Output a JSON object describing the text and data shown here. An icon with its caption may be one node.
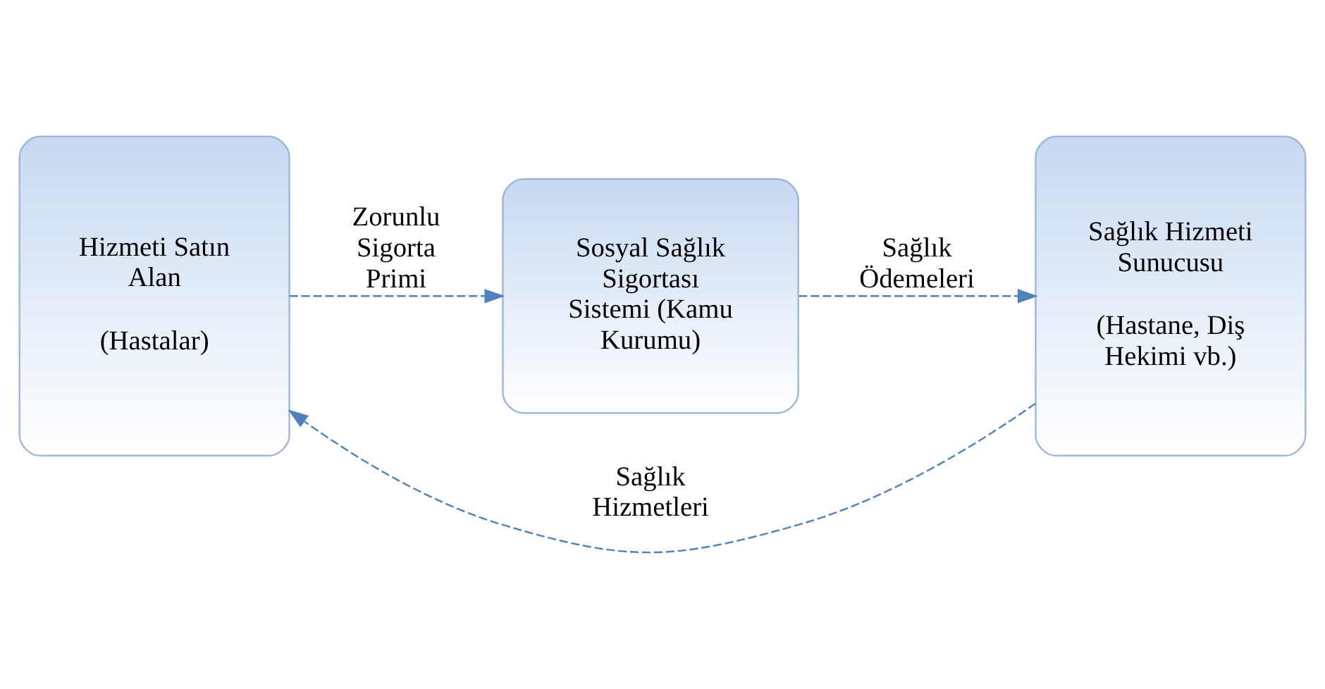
{
  "diagram": {
    "nodes": [
      {
        "text": [
          "Hizmeti Satın Alan",
          "(Hastalar)"
        ]
      },
      {
        "text": [
          "Sosyal Sağlık Sigortası Sistemi (Kamu Kurumu)"
        ]
      },
      {
        "text": [
          "Sağlık Hizmeti Sunucusu",
          "(Hastane, Diş Hekimi vb.)"
        ]
      }
    ],
    "edges": [
      {
        "from": 0,
        "to": 1,
        "arrow": "to",
        "label": "Zorunlu Sigorta Primi",
        "style": "dashed"
      },
      {
        "from": 1,
        "to": 2,
        "arrow": "to",
        "label": "Sağlık Ödemeleri",
        "style": "dashed"
      },
      {
        "from": 2,
        "to": 0,
        "arrow": "to",
        "label": "Sağlık Hizmetleri",
        "style": "dashed"
      }
    ]
  }
}
